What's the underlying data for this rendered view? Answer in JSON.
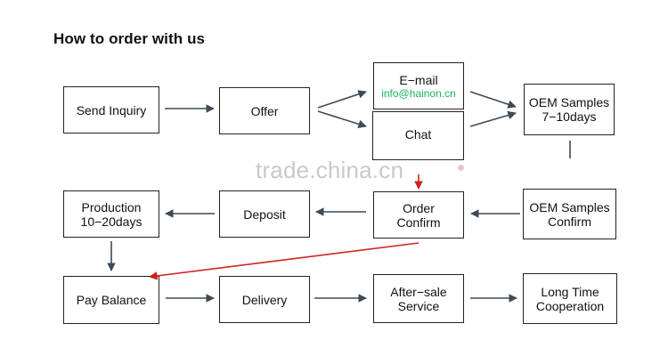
{
  "title": "How to order with us",
  "steps": {
    "send_inquiry": "Send Inquiry",
    "offer": "Offer",
    "email": "E−mail",
    "email_address": "info@hainon.cn",
    "chat": "Chat",
    "oem_samples_line1": "OEM Samples",
    "oem_samples_line2": "7−10days",
    "order_confirm_line1": "Order",
    "order_confirm_line2": "Confirm",
    "oem_confirm_line1": "OEM Samples",
    "oem_confirm_line2": "Confirm",
    "deposit": "Deposit",
    "production_line1": "Production",
    "production_line2": "10−20days",
    "pay_balance": "Pay Balance",
    "delivery": "Delivery",
    "after_sale_line1": "After−sale",
    "after_sale_line2": "Service",
    "long_time_line1": "Long Time",
    "long_time_line2": "Cooperation"
  },
  "watermark": "trade.china.cn",
  "colors": {
    "arrow": "#3d4a57",
    "highlight_arrow": "#d0231f",
    "email_text": "#19b35a"
  }
}
